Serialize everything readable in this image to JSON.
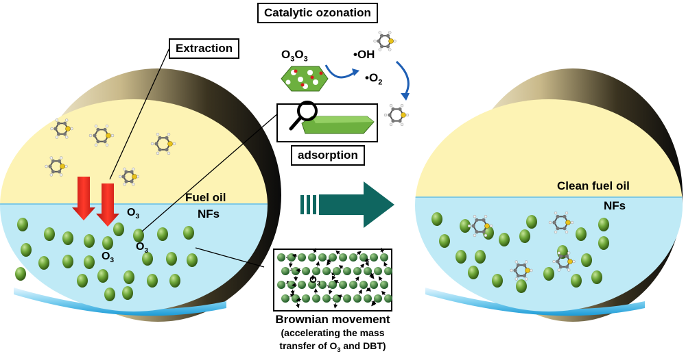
{
  "labels": {
    "catalytic_ozonation": "Catalytic ozonation",
    "extraction": "Extraction",
    "adsorption": "adsorption",
    "fuel_oil": "Fuel oil",
    "nfs_left": "NFs",
    "clean_fuel_oil": "Clean fuel oil",
    "nfs_right": "NFs",
    "oh_radical": "•OH",
    "o2_radical": "•O",
    "o2_sub": "2",
    "o3_pair_a": "O",
    "o3_pair_sub": "3",
    "o3_pair_b": "O",
    "o3_pair_sub2": "3",
    "o3_a": "O",
    "o3_b": "O",
    "o3_c": "O",
    "o3_d": "O",
    "o3_sub": "3",
    "brownian_title": "Brownian movement",
    "brownian_line1": "(accelerating the mass",
    "brownian_line2a": "transfer of O",
    "brownian_line2_sub": "3",
    "brownian_line2b": " and DBT)"
  },
  "colors": {
    "oil": "#fdf3b4",
    "water": "#bfeaf6",
    "particle": "#6fa83a",
    "arrow_red": "#e8231f",
    "arrow_teal": "#0f6660",
    "catalyst": "#6db03f"
  }
}
